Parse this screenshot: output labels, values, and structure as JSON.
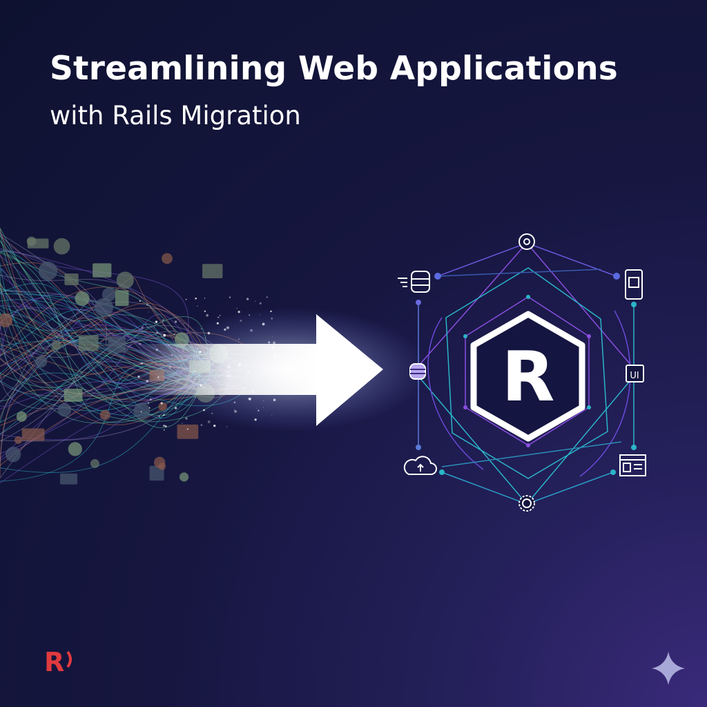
{
  "header": {
    "title": "Streamlining Web Applications",
    "subtitle": "with Rails Migration"
  },
  "diagram": {
    "center_logo_letter": "R",
    "ui_icon_label": "UI",
    "nodes": [
      "gear-icon",
      "database-icon",
      "mobile-icon",
      "database-stack-icon",
      "ui-component-icon",
      "cloud-upload-icon",
      "browser-window-icon",
      "cog-icon"
    ]
  },
  "brand": {
    "logo_letter": "R"
  },
  "colors": {
    "accent_teal": "#2bb5c8",
    "accent_purple": "#8a4fe0",
    "brand_red": "#e03a3e",
    "text": "#ffffff"
  }
}
